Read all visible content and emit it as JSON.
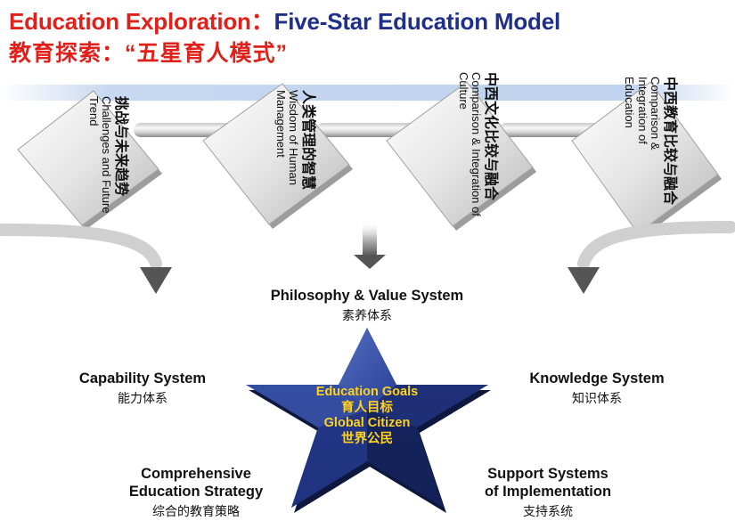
{
  "title": {
    "en_part1": "Education Exploration：",
    "en_part2": "Five-Star Education Model",
    "cn": "教育探索：“五星育人模式”"
  },
  "cards": [
    {
      "cn": "挑战与未来趋势",
      "en": "Challenges and Future Trend"
    },
    {
      "cn": "人类管理的智慧",
      "en": "Wisdom of Human Management"
    },
    {
      "cn": "中西文化比较与融合",
      "en": "Comparison & Integration of Culture"
    },
    {
      "cn": "中西教育比较与融合",
      "en": "Comparison & Integration of Education"
    }
  ],
  "star": {
    "goal_en": "Education Goals",
    "goal_cn": "育人目标",
    "citizen_en": "Global Citizen",
    "citizen_cn": "世界公民"
  },
  "points": {
    "philosophy": {
      "en": "Philosophy & Value System",
      "cn": "素养体系"
    },
    "capability": {
      "en": "Capability System",
      "cn": "能力体系"
    },
    "knowledge": {
      "en": "Knowledge System",
      "cn": "知识体系"
    },
    "strategy": {
      "en_line1": "Comprehensive",
      "en_line2": "Education Strategy",
      "cn": "综合的教育策略"
    },
    "support": {
      "en_line1": "Support Systems",
      "en_line2": "of Implementation",
      "cn": "支持系统"
    }
  },
  "colors": {
    "title_red": "#e0201b",
    "title_navy": "#1f2f8a",
    "star_navy": "#1b2d6b",
    "goal_yellow": "#ffd21f",
    "band_blue": "#bfd3ee"
  }
}
